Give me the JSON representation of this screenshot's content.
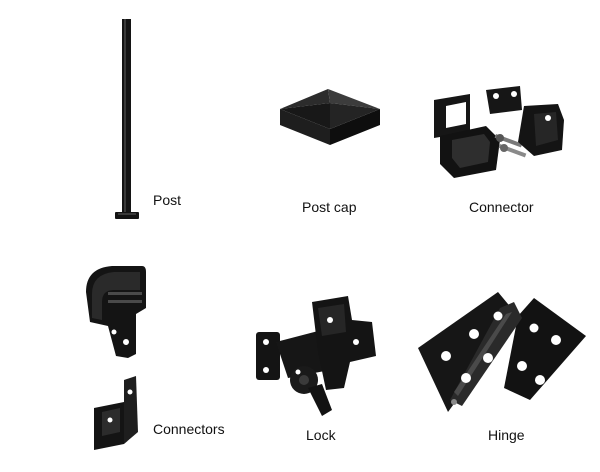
{
  "colors": {
    "background": "#ffffff",
    "hardware": "#141414",
    "highlight": "#3a3a3a",
    "text": "#111111"
  },
  "products": {
    "post": {
      "label": "Post",
      "icon": "post-icon"
    },
    "post_cap": {
      "label": "Post cap",
      "icon": "post-cap-icon"
    },
    "connector": {
      "label": "Connector",
      "icon": "connector-icon"
    },
    "connectors": {
      "label": "Connectors",
      "icon": "connectors-icon"
    },
    "lock": {
      "label": "Lock",
      "icon": "lock-icon"
    },
    "hinge": {
      "label": "Hinge",
      "icon": "hinge-icon"
    }
  }
}
